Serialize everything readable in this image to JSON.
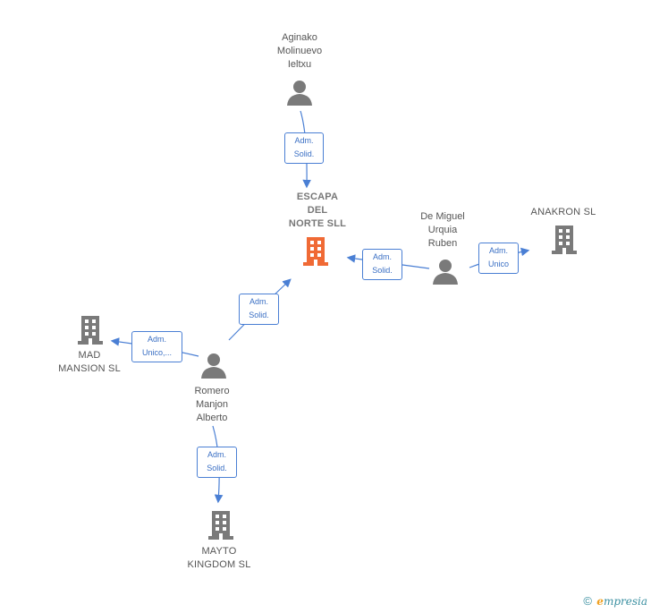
{
  "nodes": {
    "aginako": {
      "label": "Aginako\nMolinuevo\nIeltxu",
      "type": "person"
    },
    "escapa": {
      "label": "ESCAPA\nDEL\nNORTE  SLL",
      "type": "company-main"
    },
    "demiguel": {
      "label": "De Miguel\nUrquia\nRuben",
      "type": "person"
    },
    "anakron": {
      "label": "ANAKRON  SL",
      "type": "company"
    },
    "mad": {
      "label": "MAD\nMANSION  SL",
      "type": "company"
    },
    "romero": {
      "label": "Romero\nManjon\nAlberto",
      "type": "person"
    },
    "mayto": {
      "label": "MAYTO\nKINGDOM  SL",
      "type": "company"
    }
  },
  "relations": {
    "aginako_escapa": "Adm.\nSolid.",
    "demiguel_escapa": "Adm.\nSolid.",
    "demiguel_anakron": "Adm.\nUnico",
    "romero_escapa": "Adm.\nSolid.",
    "romero_mad": "Adm.\nUnico,...",
    "romero_mayto": "Adm.\nSolid."
  },
  "colors": {
    "edge": "#4a7fd4",
    "person_icon": "#7a7a7a",
    "company_icon": "#7a7a7a",
    "main_company_icon": "#f06a35"
  },
  "footer": {
    "copyright": "©",
    "brand_first": "e",
    "brand_rest": "mpresia"
  }
}
